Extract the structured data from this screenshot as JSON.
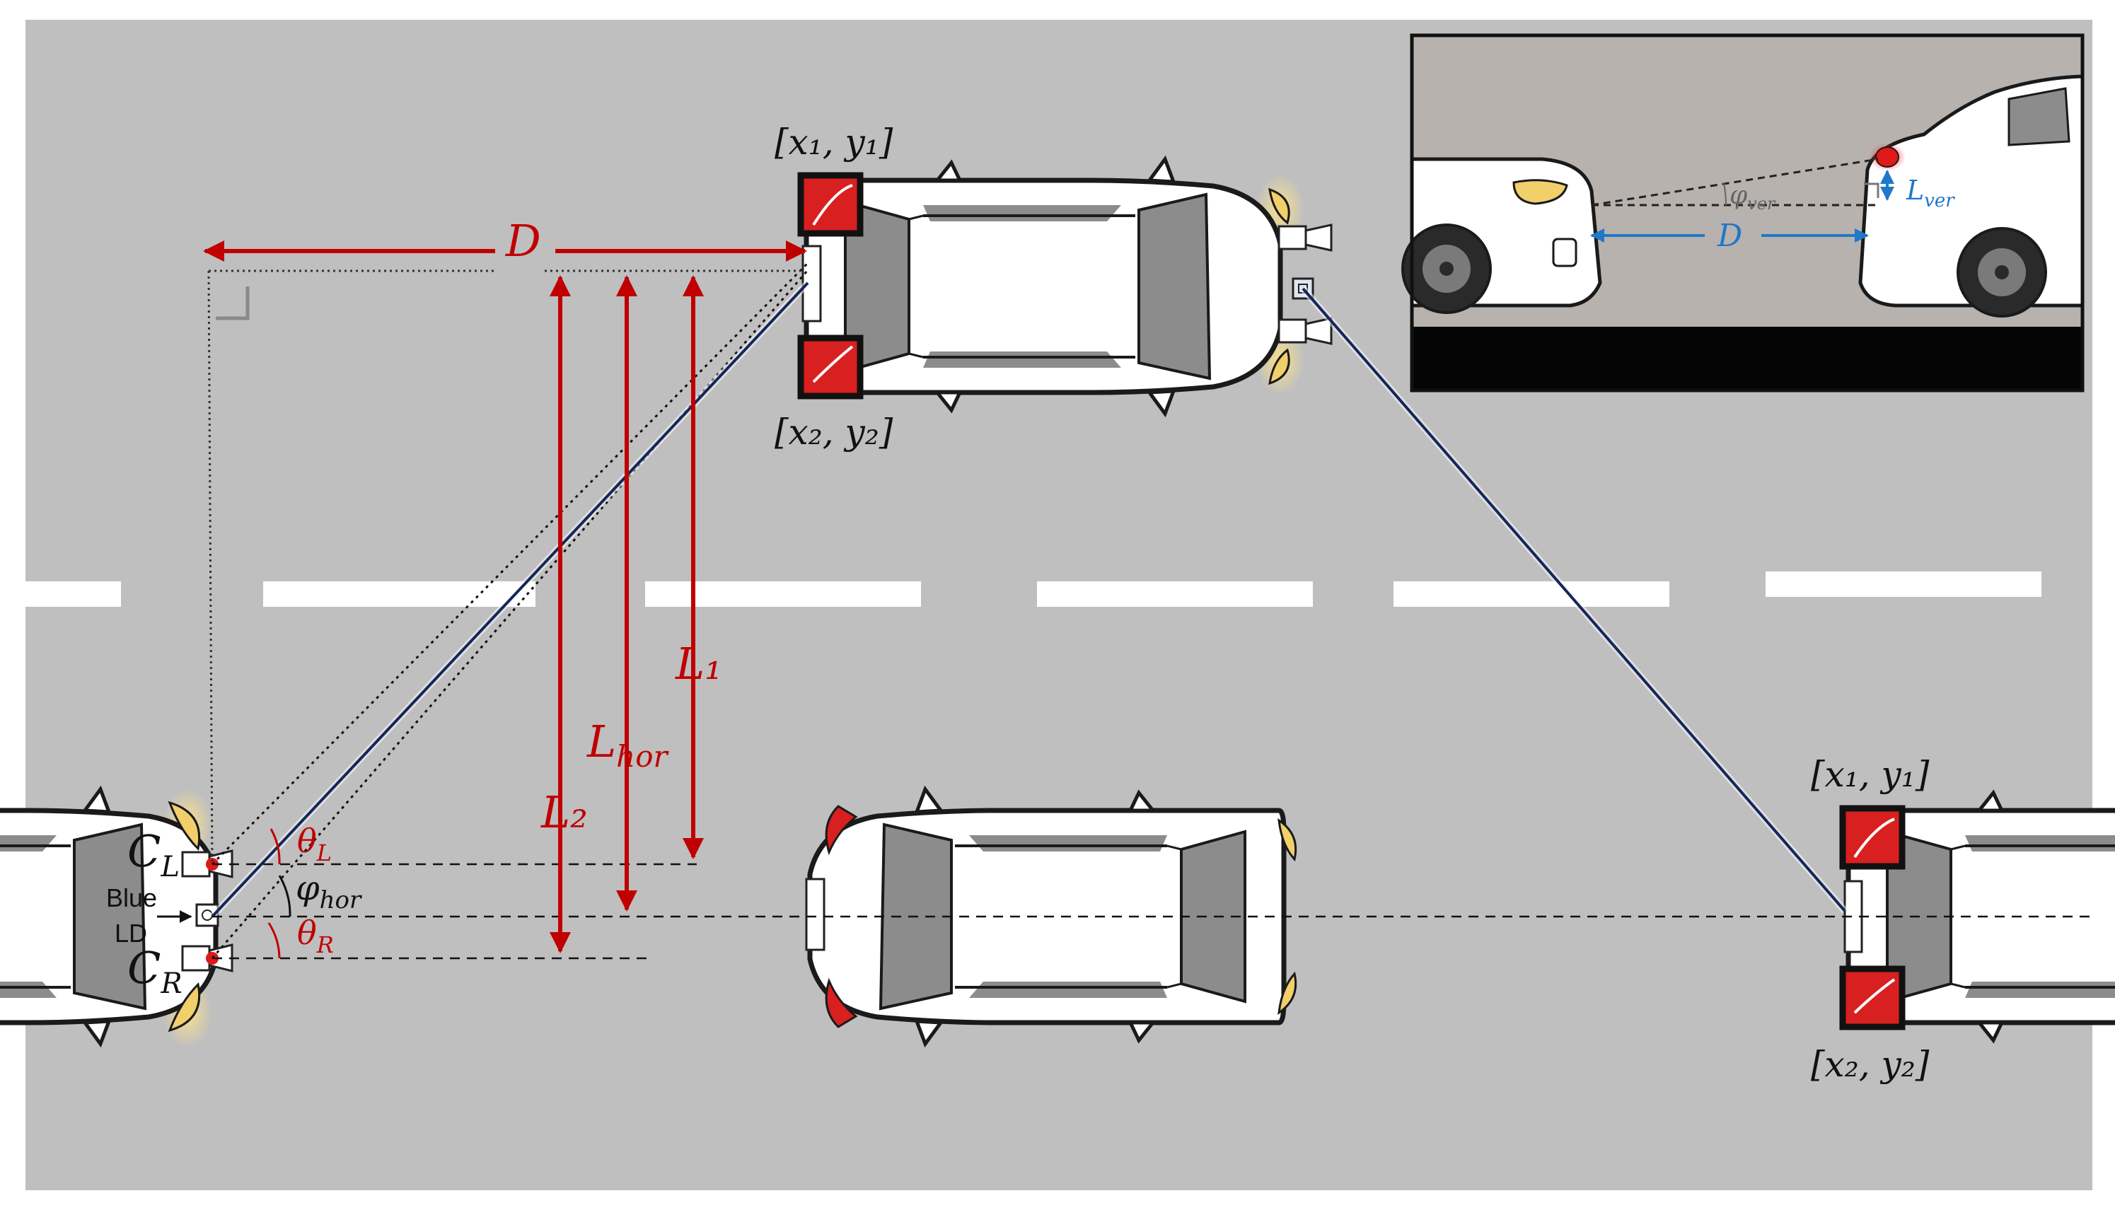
{
  "colors": {
    "road": "#bfbfbf",
    "lane_marking": "#ffffff",
    "car_body": "#ffffff",
    "car_glass": "#8c8c8c",
    "headlight": "#f1cf6a",
    "taillight": "#d82020",
    "dimension_red": "#c00000",
    "inset_blue": "#1f78c8",
    "beam_line": "#16265a"
  },
  "labels": {
    "top_box_1": "[x₁, y₁]",
    "top_box_2": "[x₂, y₂]",
    "right_box_1": "[x₁, y₁]",
    "right_box_2": "[x₂, y₂]",
    "distance_D": "D",
    "L1": "L₁",
    "L_hor_main": "L",
    "L_hor_sub": "hor",
    "L2": "L₂",
    "theta_L_main": "θ",
    "theta_L_sub": "L",
    "phi_hor_main": "φ",
    "phi_hor_sub": "hor",
    "theta_R_main": "θ",
    "theta_R_sub": "R",
    "CL_main": "C",
    "CL_sub": "L",
    "CR_main": "C",
    "CR_sub": "R",
    "blue": "Blue",
    "ld": "LD"
  },
  "inset": {
    "phi_ver_main": "φ",
    "phi_ver_sub": "ver",
    "L_ver_main": "L",
    "L_ver_sub": "ver",
    "distance_D": "D"
  },
  "icons": [
    "camera-icon",
    "light-detector-icon",
    "right-angle-marker"
  ]
}
